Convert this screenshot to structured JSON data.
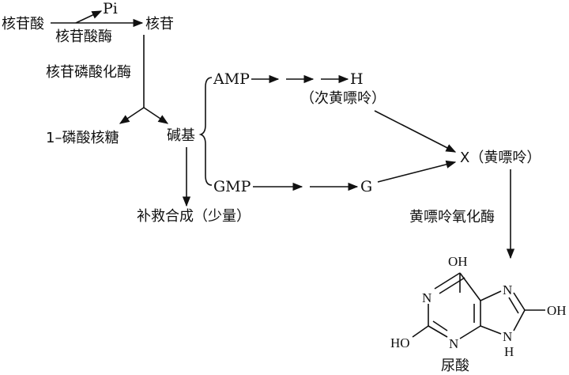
{
  "nodes": {
    "nucleotide": "核苷酸",
    "pi": "Pi",
    "nucleotidase": "核苷酸酶",
    "nucleoside": "核苷",
    "nucleoside_phosphorylase": "核苷磷酸化酶",
    "ribose_1_phosphate": "1–磷酸核糖",
    "base": "碱基",
    "salvage": "补救合成（少量）",
    "amp": "AMP",
    "gmp": "GMP",
    "h": "H",
    "hypoxanthine": "（次黄嘌呤）",
    "g": "G",
    "xanthine": "X（黄嘌呤）",
    "xanthine_oxidase": "黄嘌呤氧化酶",
    "uric_acid": "尿酸"
  },
  "molecule": {
    "oh_top": "OH",
    "n1": "N",
    "n3": "N",
    "n7": "N",
    "n9": "N",
    "h9": "H",
    "ho_left": "HO",
    "oh_right": "OH"
  }
}
